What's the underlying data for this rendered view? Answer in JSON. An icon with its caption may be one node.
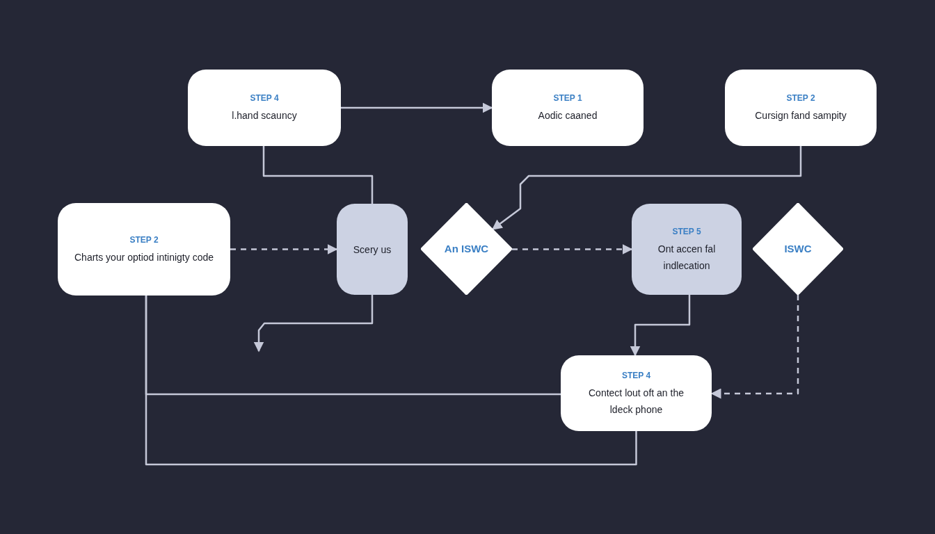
{
  "diagram": {
    "nodes": [
      {
        "text": [
          "STEP 4",
          "l.hand scauncy"
        ]
      },
      {
        "text": [
          "STEP 1",
          "Aodic caaned"
        ]
      },
      {
        "text": [
          "STEP 2",
          "Cursign fand sampity"
        ]
      },
      {
        "text": [
          "STEP 2",
          "Charts your optiod intinigty code"
        ]
      },
      {
        "text": [
          "Scery us"
        ]
      },
      {
        "text": [
          "An ISWC"
        ]
      },
      {
        "text": [
          "STEP 5",
          "Ont accen fal indlecation"
        ]
      },
      {
        "text": [
          "ISWC"
        ]
      },
      {
        "text": [
          "STEP 4",
          "Contect lout oft an the ldeck phone"
        ]
      }
    ],
    "edges": [
      {
        "from": 0,
        "to": 1,
        "arrow": "to"
      },
      {
        "from": 0,
        "to": 4,
        "arrow": "none"
      },
      {
        "from": 2,
        "to": 5,
        "arrow": "to"
      },
      {
        "from": 3,
        "to": 4,
        "arrow": "to",
        "style": "dashed"
      },
      {
        "from": 5,
        "to": 6,
        "arrow": "to",
        "style": "dashed"
      },
      {
        "from": 4,
        "to": null,
        "arrow": "to"
      },
      {
        "from": 6,
        "to": 8,
        "arrow": "to"
      },
      {
        "from": 7,
        "to": 8,
        "arrow": "to",
        "style": "dashed"
      },
      {
        "from": 3,
        "to": 8,
        "arrow": "none"
      },
      {
        "from": 8,
        "to": 3,
        "arrow": "none"
      }
    ]
  }
}
